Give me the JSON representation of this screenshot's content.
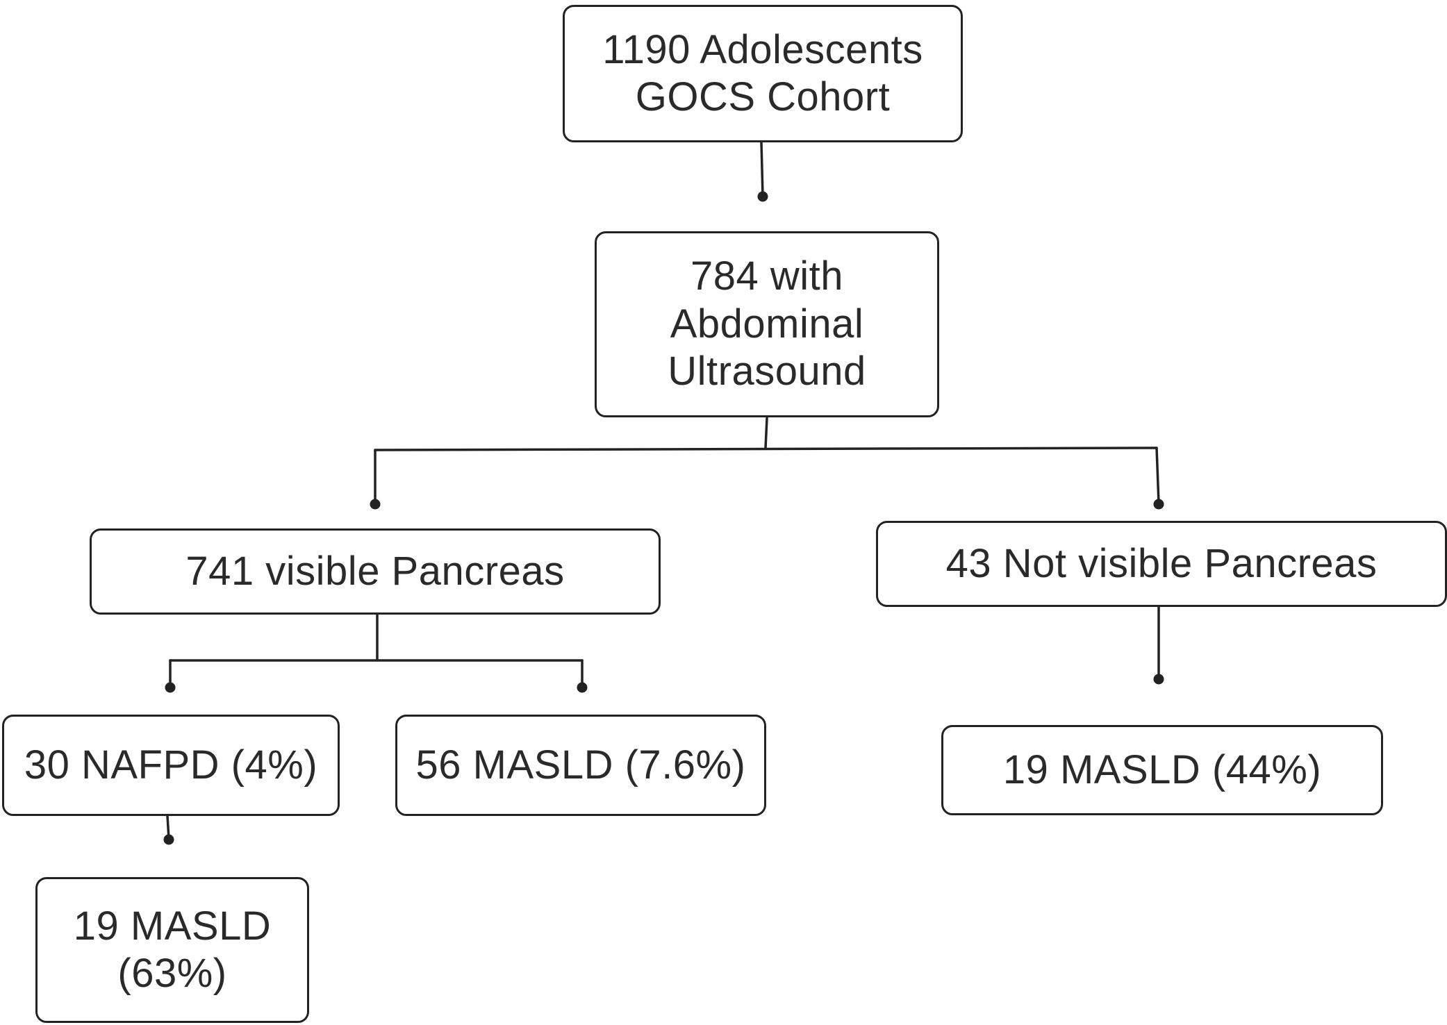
{
  "diagram": {
    "type": "flowchart",
    "line_color": "#222222",
    "nodes": {
      "cohort": {
        "lines": [
          "1190 Adolescents",
          "GOCS Cohort"
        ]
      },
      "ultrasound": {
        "lines": [
          "784 with",
          "Abdominal",
          "Ultrasound"
        ]
      },
      "visible": {
        "lines": [
          "741 visible Pancreas"
        ]
      },
      "not_visible": {
        "lines": [
          "43 Not visible Pancreas"
        ]
      },
      "nafpd": {
        "lines": [
          "30 NAFPD (4%)"
        ]
      },
      "masld_visible": {
        "lines": [
          "56 MASLD (7.6%)"
        ]
      },
      "masld_nafpd": {
        "lines": [
          "19 MASLD",
          "(63%)"
        ]
      },
      "masld_not_visible": {
        "lines": [
          "19 MASLD (44%)"
        ]
      }
    },
    "edges": [
      {
        "from": "cohort",
        "to": "ultrasound"
      },
      {
        "from": "ultrasound",
        "to": "visible"
      },
      {
        "from": "ultrasound",
        "to": "not_visible"
      },
      {
        "from": "visible",
        "to": "nafpd"
      },
      {
        "from": "visible",
        "to": "masld_visible"
      },
      {
        "from": "nafpd",
        "to": "masld_nafpd"
      },
      {
        "from": "not_visible",
        "to": "masld_not_visible"
      }
    ]
  }
}
